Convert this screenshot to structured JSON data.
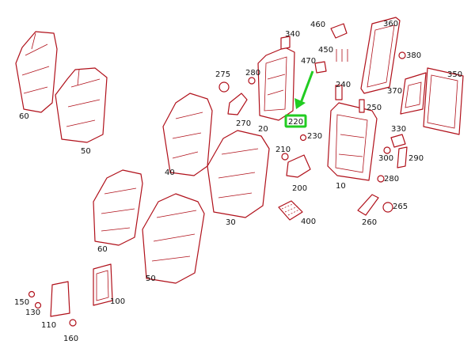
{
  "diagram": {
    "highlight_color": "#22cc22",
    "line_color": "#b0101a",
    "highlighted_part": "220",
    "callouts": {
      "c460": "460",
      "c360": "360",
      "c340": "340",
      "c450": "450",
      "c470": "470",
      "c380": "380",
      "c350": "350",
      "c280a": "280",
      "c275": "275",
      "c240": "240",
      "c370": "370",
      "c250": "250",
      "c270": "270",
      "c220": "220",
      "c330": "330",
      "c230": "230",
      "c210": "210",
      "c290": "290",
      "c300": "300",
      "c280b": "280",
      "c200": "200",
      "c10": "10",
      "c265": "265",
      "c400": "400",
      "c260": "260",
      "c20": "20",
      "c60a": "60",
      "c50a": "50",
      "c40": "40",
      "c30": "30",
      "c60b": "60",
      "c50b": "50",
      "c100": "100",
      "c150": "150",
      "c130": "130",
      "c110": "110",
      "c160": "160"
    }
  }
}
